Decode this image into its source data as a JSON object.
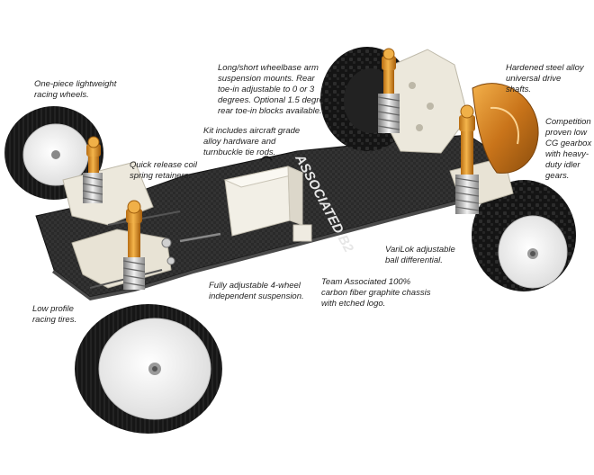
{
  "captions": {
    "wheels": "One-piece lightweight racing wheels.",
    "suspension_mounts": "Long/short wheelbase arm suspension mounts. Rear toe-in adjustable to 0 or 3 degrees. Optional 1.5 degree rear toe-in blocks available.",
    "driveshafts": "Hardened steel alloy universal drive shafts.",
    "hardware": "Kit includes aircraft grade alloy hardware and turnbuckle tie rods.",
    "retainers": "Quick release coil spring retainers.",
    "gearbox": "Competition proven low CG gearbox with heavy-duty idler gears.",
    "differential": "VariLok adjustable ball differential.",
    "chassis": "Team Associated 100% carbon fiber graphite chassis with etched logo.",
    "adjustable_suspension": "Fully adjustable 4-wheel independent suspension.",
    "tires": "Low profile racing tires."
  },
  "chassis_logo": "ASSOCIATED B2",
  "colors": {
    "chassis": "#2b2b2b",
    "plastic": "#ece8dc",
    "shock_gold": "#e39a2c",
    "tire": "#1a1a1a",
    "wheel": "#ffffff"
  }
}
